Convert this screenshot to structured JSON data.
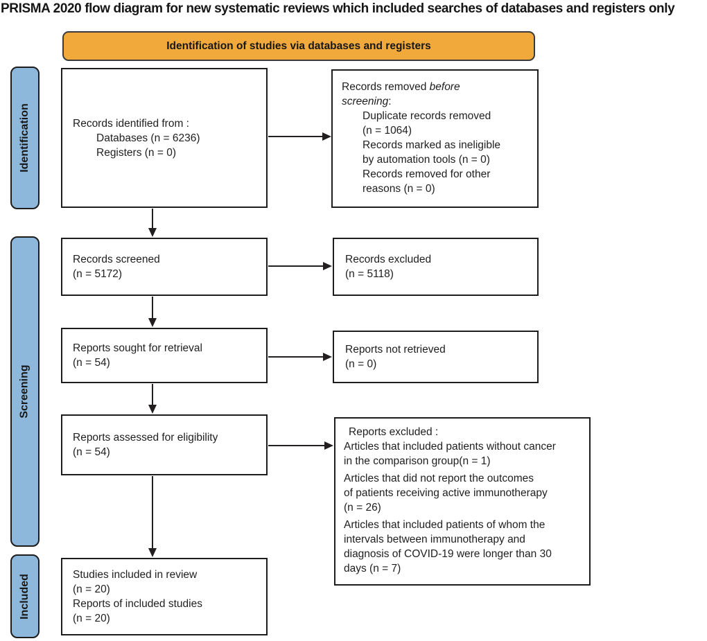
{
  "title": "PRISMA 2020 flow diagram for new systematic reviews which included searches of databases and registers only",
  "banner": {
    "label": "Identification of studies via databases and registers"
  },
  "colors": {
    "banner_orange": "#F2A93C",
    "sidebar_blue": "#8DB8DC",
    "box_border": "#1c1c1c",
    "arrow": "#231f20"
  },
  "sidebar": {
    "identification": "Identification",
    "screening": "Screening",
    "included": "Included"
  },
  "boxes": {
    "identified": {
      "lead": "Records identified from :",
      "items": [
        "Databases (n = 6236)",
        "Registers (n = 0)"
      ]
    },
    "removed": {
      "lead_normal": "Records removed ",
      "lead_italic1": "before",
      "lead_italic2": "screening",
      "lead_colon": ":",
      "items": [
        "Duplicate records removed",
        "(n = 1064)",
        "Records marked as ineligible",
        "by automation tools (n = 0)",
        "Records removed for other",
        "reasons (n = 0)"
      ]
    },
    "screened": {
      "lines": [
        "Records screened",
        "(n = 5172)"
      ]
    },
    "excluded": {
      "lines": [
        "Records excluded",
        "(n = 5118)"
      ]
    },
    "sought": {
      "lines": [
        "Reports sought for retrieval",
        "(n = 54)"
      ]
    },
    "not_retrieved": {
      "lines": [
        "Reports not retrieved",
        "(n = 0)"
      ]
    },
    "assessed": {
      "lines": [
        "Reports assessed for eligibility",
        "(n = 54)"
      ]
    },
    "reports_excluded": {
      "header": "Reports excluded :",
      "para1": [
        "Articles that included patients without cancer",
        "in the comparison group(n = 1)"
      ],
      "para2": [
        "Articles that did not report the outcomes",
        "of patients receiving active immunotherapy",
        "(n = 26)"
      ],
      "para3": [
        "Articles that included patients of whom the",
        "intervals between immunotherapy and",
        "diagnosis of COVID-19 were longer than 30",
        "days (n = 7)"
      ]
    },
    "included": {
      "lines": [
        "Studies included in review",
        "(n = 20)",
        "Reports of included studies",
        "(n = 20)"
      ]
    }
  }
}
